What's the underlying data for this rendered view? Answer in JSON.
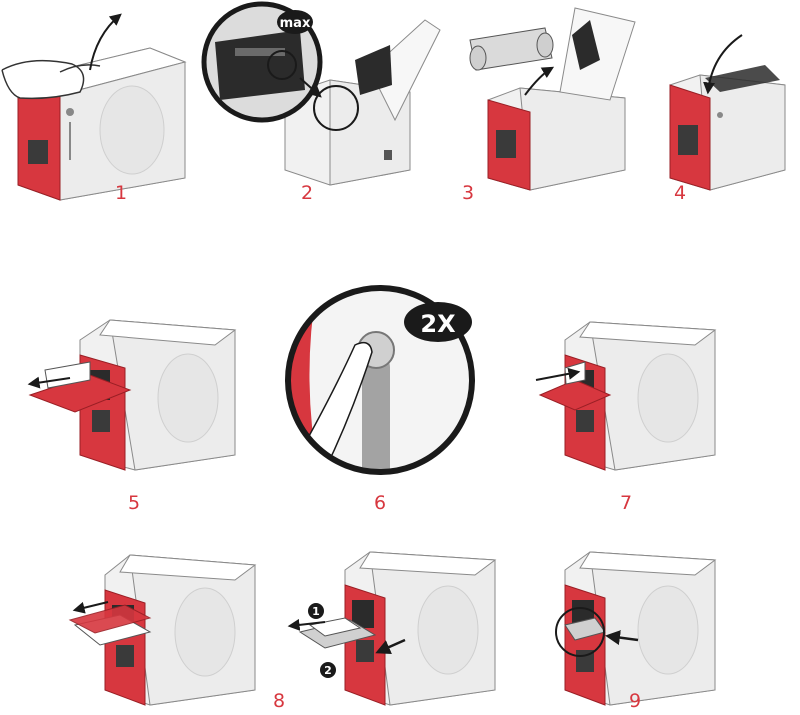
{
  "steps": [
    {
      "number": "1"
    },
    {
      "number": "2",
      "badge": "max"
    },
    {
      "number": "3"
    },
    {
      "number": "4"
    },
    {
      "number": "5"
    },
    {
      "number": "6",
      "badge": "2X"
    },
    {
      "number": "7"
    },
    {
      "number": "8"
    },
    {
      "number": "9"
    }
  ],
  "callouts": [
    "1",
    "2"
  ],
  "colors": {
    "brand_red": "#d7373f",
    "printer_body": "#f1f1f1",
    "outline": "#8a8a8a",
    "black": "#1a1a1a"
  }
}
